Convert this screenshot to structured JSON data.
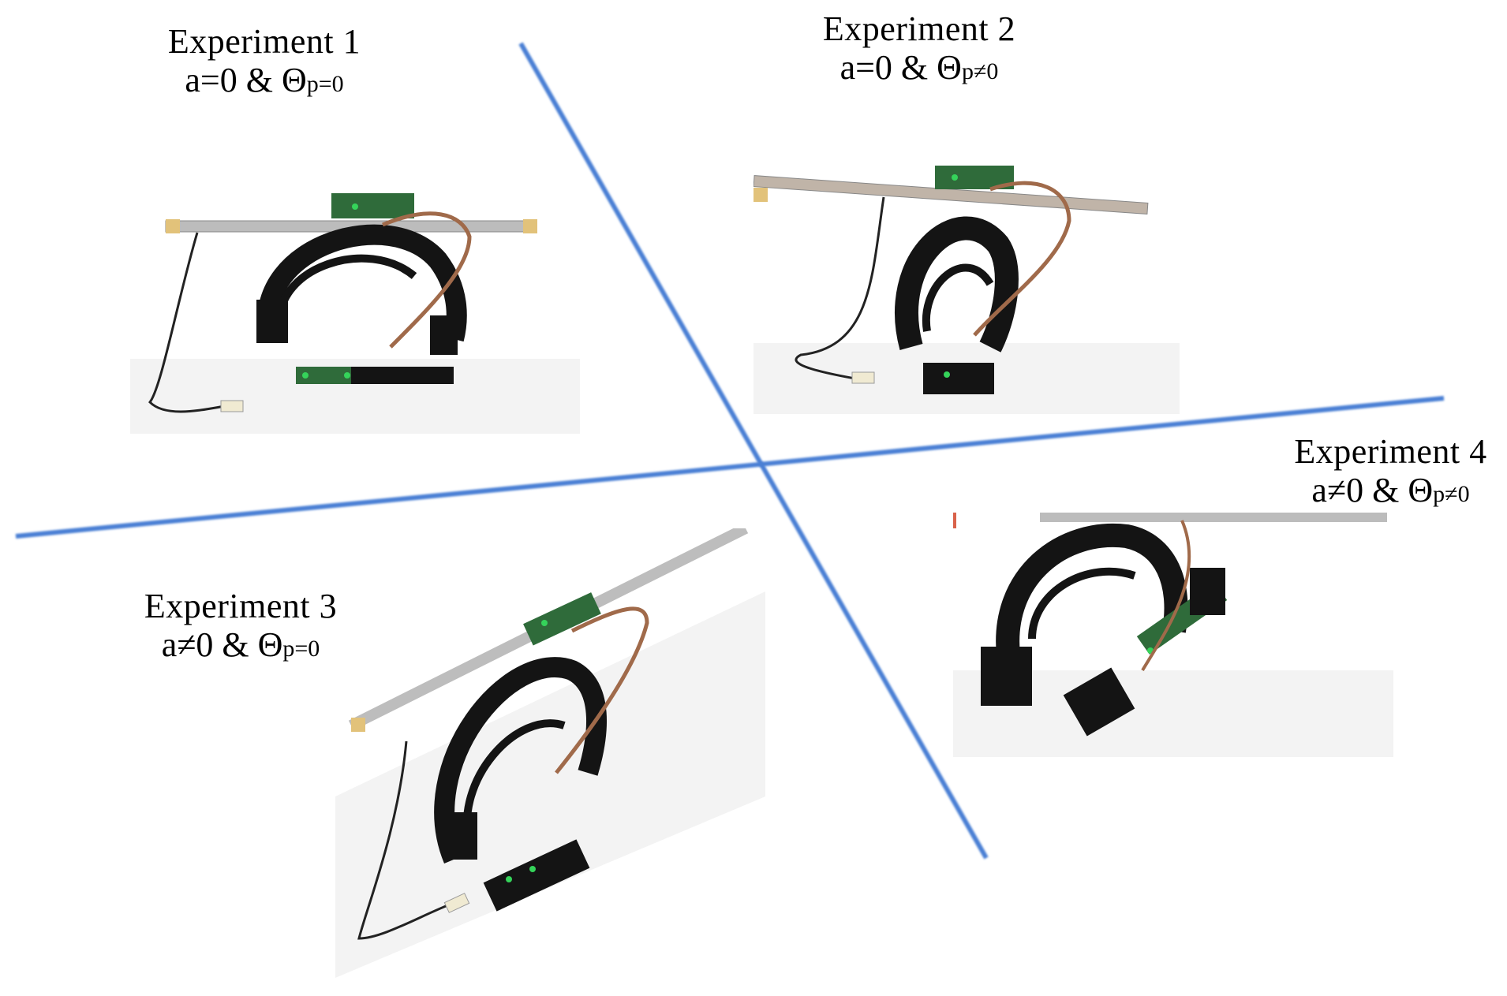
{
  "experiments": [
    {
      "title": "Experiment 1",
      "condition": {
        "a": "a=0",
        "amp": "&",
        "theta_sym": "Θ",
        "sub": "p",
        "rel": "=0"
      }
    },
    {
      "title": "Experiment 2",
      "condition": {
        "a": "a=0",
        "amp": "&",
        "theta_sym": "Θ",
        "sub": "p",
        "rel": "≠0"
      }
    },
    {
      "title": "Experiment 3",
      "condition": {
        "a": "a≠0",
        "amp": "&",
        "theta_sym": "Θ",
        "sub": "p",
        "rel": "=0"
      }
    },
    {
      "title": "Experiment 4",
      "condition": {
        "a": "a≠0",
        "amp": "&",
        "theta_sym": "Θ",
        "sub": "p",
        "rel": "≠0"
      }
    }
  ],
  "colors": {
    "axis_line": "#4a7fd4",
    "robot_body": "#141414",
    "rod": "#b9b9b9",
    "board": "#2f6b3a",
    "led": "#35d35a",
    "cable": "#a06a4a",
    "wall": "#f3f3f3"
  }
}
